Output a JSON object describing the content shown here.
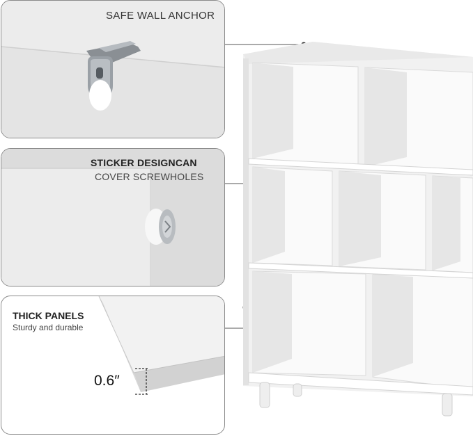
{
  "features": [
    {
      "title": "SAFE WALL ANCHOR"
    },
    {
      "title_bold": "STICKER  DESIGNCAN",
      "subtitle": "COVER SCREWHOLES"
    },
    {
      "title": "THICK PANELS",
      "subtitle": "Sturdy and durable",
      "measurement": "0.6″"
    }
  ],
  "colors": {
    "panel_border": "#8a8a8a",
    "shelf_white": "#f4f4f4",
    "callout_line": "#555555"
  },
  "icons": [
    "wall-anchor-bracket",
    "screw-cap-sticker",
    "panel-edge-measure"
  ]
}
